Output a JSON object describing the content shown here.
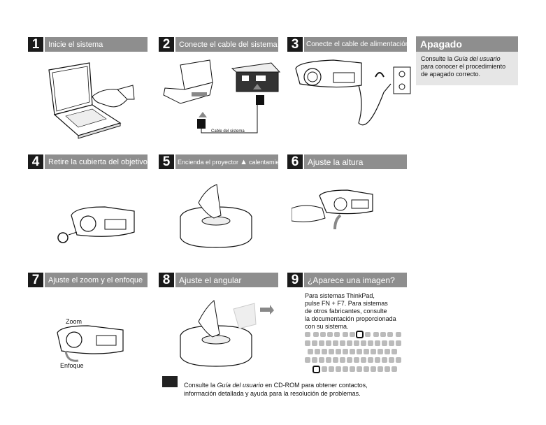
{
  "steps": [
    {
      "num": "1",
      "title": "Inicie el sistema"
    },
    {
      "num": "2",
      "title": "Conecte el cable del sistema"
    },
    {
      "num": "3",
      "title": "Conecte el cable de alimentación"
    },
    {
      "num": "4",
      "title": "Retire la cubierta del objetivo"
    },
    {
      "num": "5",
      "title": "Encienda el proyector",
      "title_tail": "calentamiento"
    },
    {
      "num": "6",
      "title": "Ajuste la altura"
    },
    {
      "num": "7",
      "title": "Ajuste el zoom y el enfoque"
    },
    {
      "num": "8",
      "title": "Ajuste el angular"
    },
    {
      "num": "9",
      "title": "¿Aparece una imagen?"
    }
  ],
  "apagado": {
    "title": "Apagado",
    "line1_pre": "Consulte la ",
    "line1_em": "Guía del usuario",
    "line2": "para conocer el procedimiento",
    "line3": "de apagado correcto."
  },
  "cable_label": "Cable del sistema",
  "zoom_label": "Zoom",
  "enfoque_label": "Enfoque",
  "q9_text": {
    "l1": "Para sistemas ThinkPad,",
    "l2": "pulse FN + F7. Para sistemas",
    "l3": "de otros fabricantes, consulte",
    "l4": "la documentación proporcionada",
    "l5": "con su sistema."
  },
  "note": {
    "pre": "Consulte la ",
    "em": "Guía del usuario",
    "post": " en CD-ROM para obtener contactos,",
    "line2": "información detallada y ayuda para la resolución de problemas."
  }
}
